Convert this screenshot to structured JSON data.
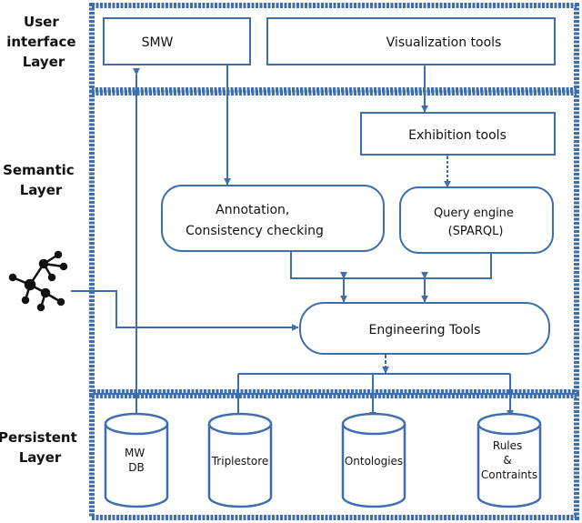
{
  "layers": {
    "user_interface": [
      "User",
      "interface",
      "Layer"
    ],
    "semantic": [
      "Semantic",
      "Layer"
    ],
    "persistent": [
      "Persistent",
      "Layer"
    ]
  },
  "components": {
    "smw": "SMW",
    "visualization_tools": "Visualization tools",
    "exhibition_tools": "Exhibition tools",
    "annotation": [
      "Annotation,",
      "Consistency checking"
    ],
    "query_engine": [
      "Query engine",
      "(SPARQL)"
    ],
    "engineering_tools": "Engineering Tools"
  },
  "stores": {
    "mw_db": [
      "MW",
      "DB"
    ],
    "triplestore": "Triplestore",
    "ontologies": "Ontologies",
    "rules": [
      "Rules",
      "&",
      "Contraints"
    ]
  },
  "colors": {
    "line": "#3e6eb0",
    "frame_inner": "#5b87c2",
    "text": "#111111"
  }
}
